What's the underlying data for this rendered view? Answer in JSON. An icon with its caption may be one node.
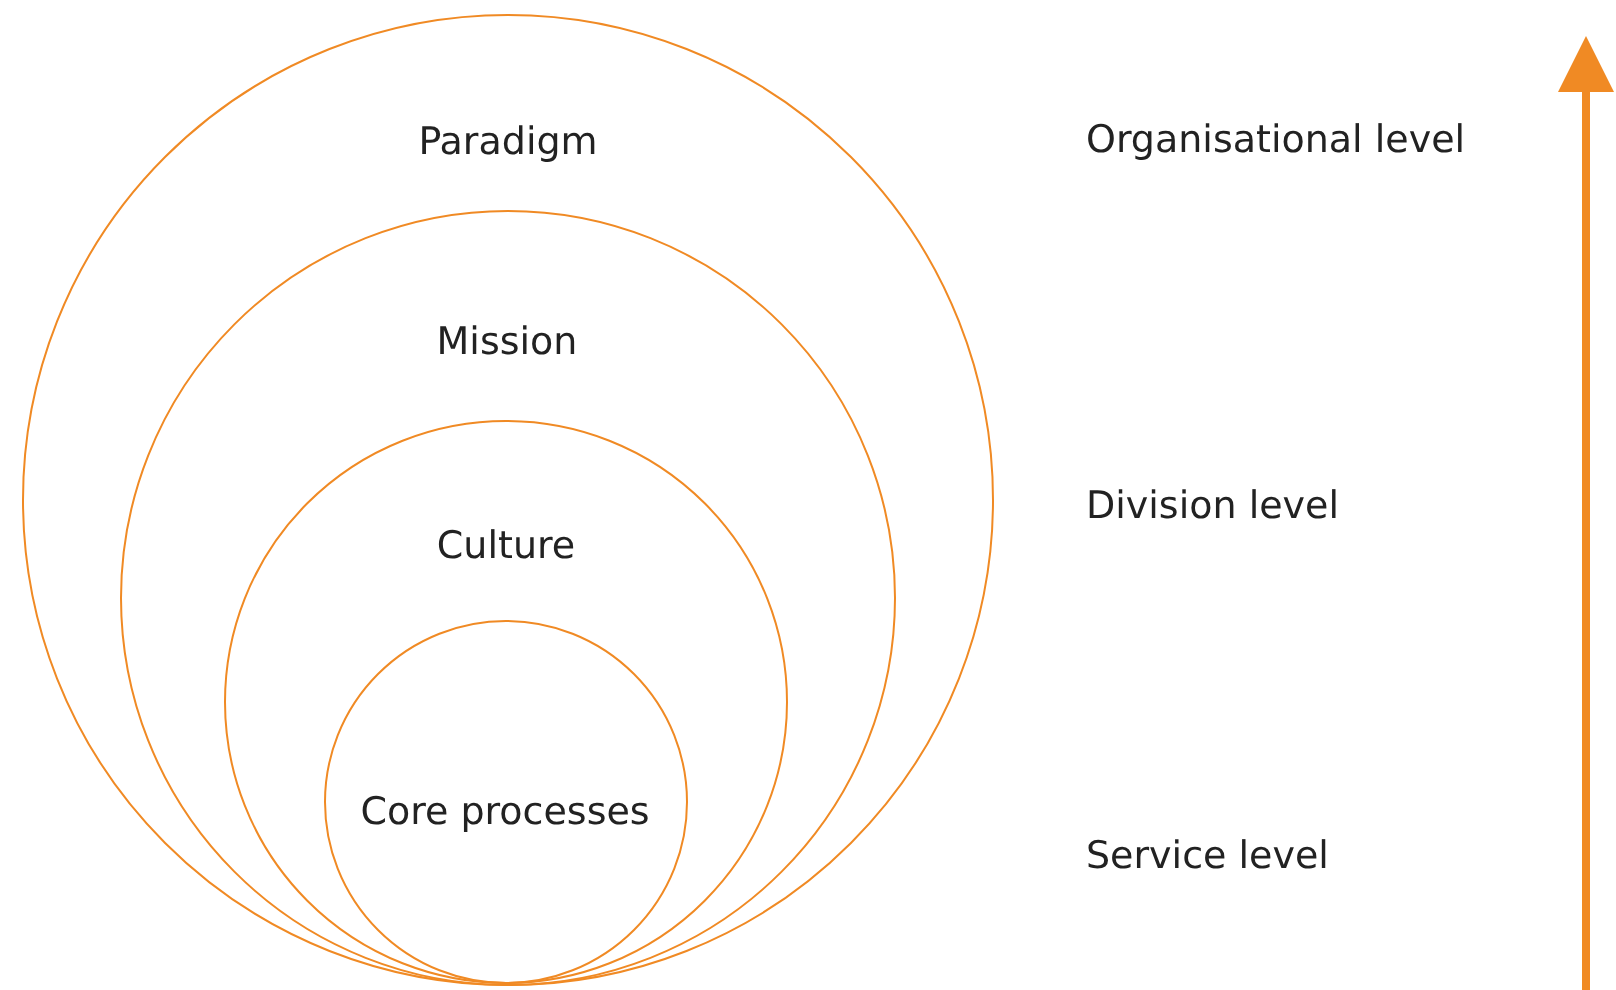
{
  "diagram": {
    "nodes": [
      {
        "text": [
          "Paradigm"
        ]
      },
      {
        "text": [
          "Mission"
        ],
        "in": 0
      },
      {
        "text": [
          "Culture"
        ],
        "in": 1
      },
      {
        "text": [
          "Core processes"
        ],
        "in": 2
      }
    ],
    "labels": [
      "Organisational level",
      "Division level",
      "Service level"
    ]
  }
}
